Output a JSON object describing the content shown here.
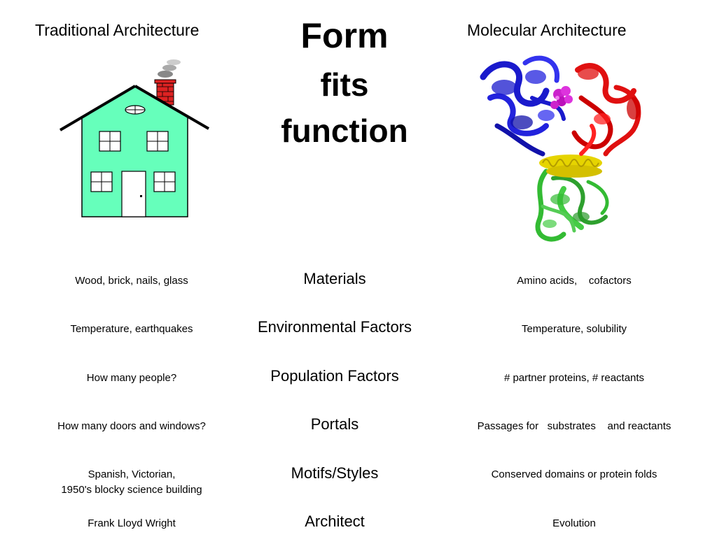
{
  "headings": {
    "left": "Traditional Architecture",
    "right": "Molecular Architecture"
  },
  "title": {
    "line1": "Form",
    "line2": "fits",
    "line3": "function"
  },
  "rows": [
    {
      "left": "Wood, brick, nails, glass",
      "center": "Materials",
      "right": "Amino acids,    cofactors"
    },
    {
      "left": "Temperature, earthquakes",
      "center": "Environmental Factors",
      "right": "Temperature, solubility"
    },
    {
      "left": "How many people?",
      "center": "Population Factors",
      "right": "# partner proteins, # reactants"
    },
    {
      "left": "How many doors and windows?",
      "center": "Portals",
      "right": "Passages for   substrates    and reactants"
    },
    {
      "left_line1": "Spanish, Victorian,",
      "left_line2": "1950's blocky science building",
      "center": "Motifs/Styles",
      "right": "Conserved domains or protein folds"
    },
    {
      "left": "Frank Lloyd Wright",
      "center": "Architect",
      "right": "Evolution"
    }
  ],
  "colors": {
    "house_wall": "#66ffbb",
    "chimney": "#dd2222",
    "smoke": "#999999",
    "protein_blue": "#1a1acc",
    "protein_red": "#e01010",
    "protein_yellow": "#e6d400",
    "protein_green": "#33bb33",
    "ligand_magenta": "#cc22cc"
  },
  "icons": {
    "house": "house-illustration",
    "protein": "protein-ribbon-illustration"
  }
}
